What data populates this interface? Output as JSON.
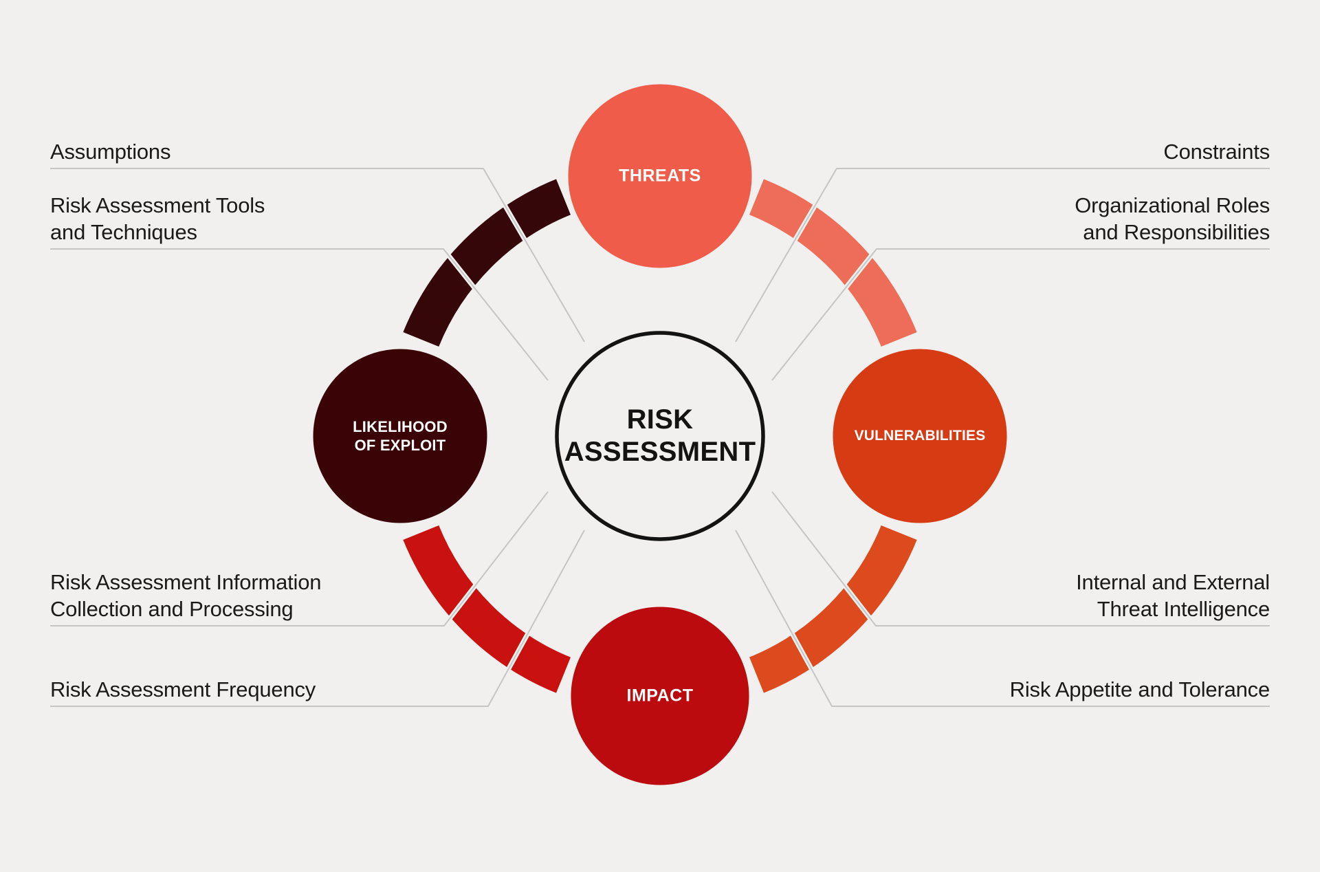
{
  "title": {
    "line1": "RISK",
    "line2": "ASSESSMENT"
  },
  "nodes": {
    "threats": {
      "label": "THREATS"
    },
    "vulnerabilities": {
      "label": "VULNERABILITIES"
    },
    "impact": {
      "label": "IMPACT"
    },
    "likelihood": {
      "line1": "LIKELIHOOD",
      "line2": "OF EXPLOIT"
    }
  },
  "labels": {
    "left": [
      {
        "lines": [
          "Assumptions",
          ""
        ]
      },
      {
        "lines": [
          "Risk Assessment Tools",
          "and Techniques"
        ]
      },
      {
        "lines": [
          "Risk Assessment Information",
          "Collection and Processing"
        ]
      },
      {
        "lines": [
          "Risk Assessment Frequency",
          ""
        ]
      }
    ],
    "right": [
      {
        "lines": [
          "Constraints",
          ""
        ]
      },
      {
        "lines": [
          "Organizational Roles",
          "and Responsibilities"
        ]
      },
      {
        "lines": [
          "Internal and External",
          "Threat Intelligence"
        ]
      },
      {
        "lines": [
          "Risk Appetite and Tolerance",
          ""
        ]
      }
    ]
  },
  "colors": {
    "background": "#F1F0EE",
    "threats_circle": "#EF5C49",
    "vulnerabilities_circle": "#D63B14",
    "impact_circle": "#BB0B0E",
    "likelihood_circle": "#3A0305",
    "arc_top_right": "#EE6D58",
    "arc_bottom_right": "#DC4A1E",
    "arc_bottom_left": "#C9110F",
    "arc_top_left": "#350709",
    "center_ring": "#131313",
    "connector_line": "#C6C5C3"
  }
}
